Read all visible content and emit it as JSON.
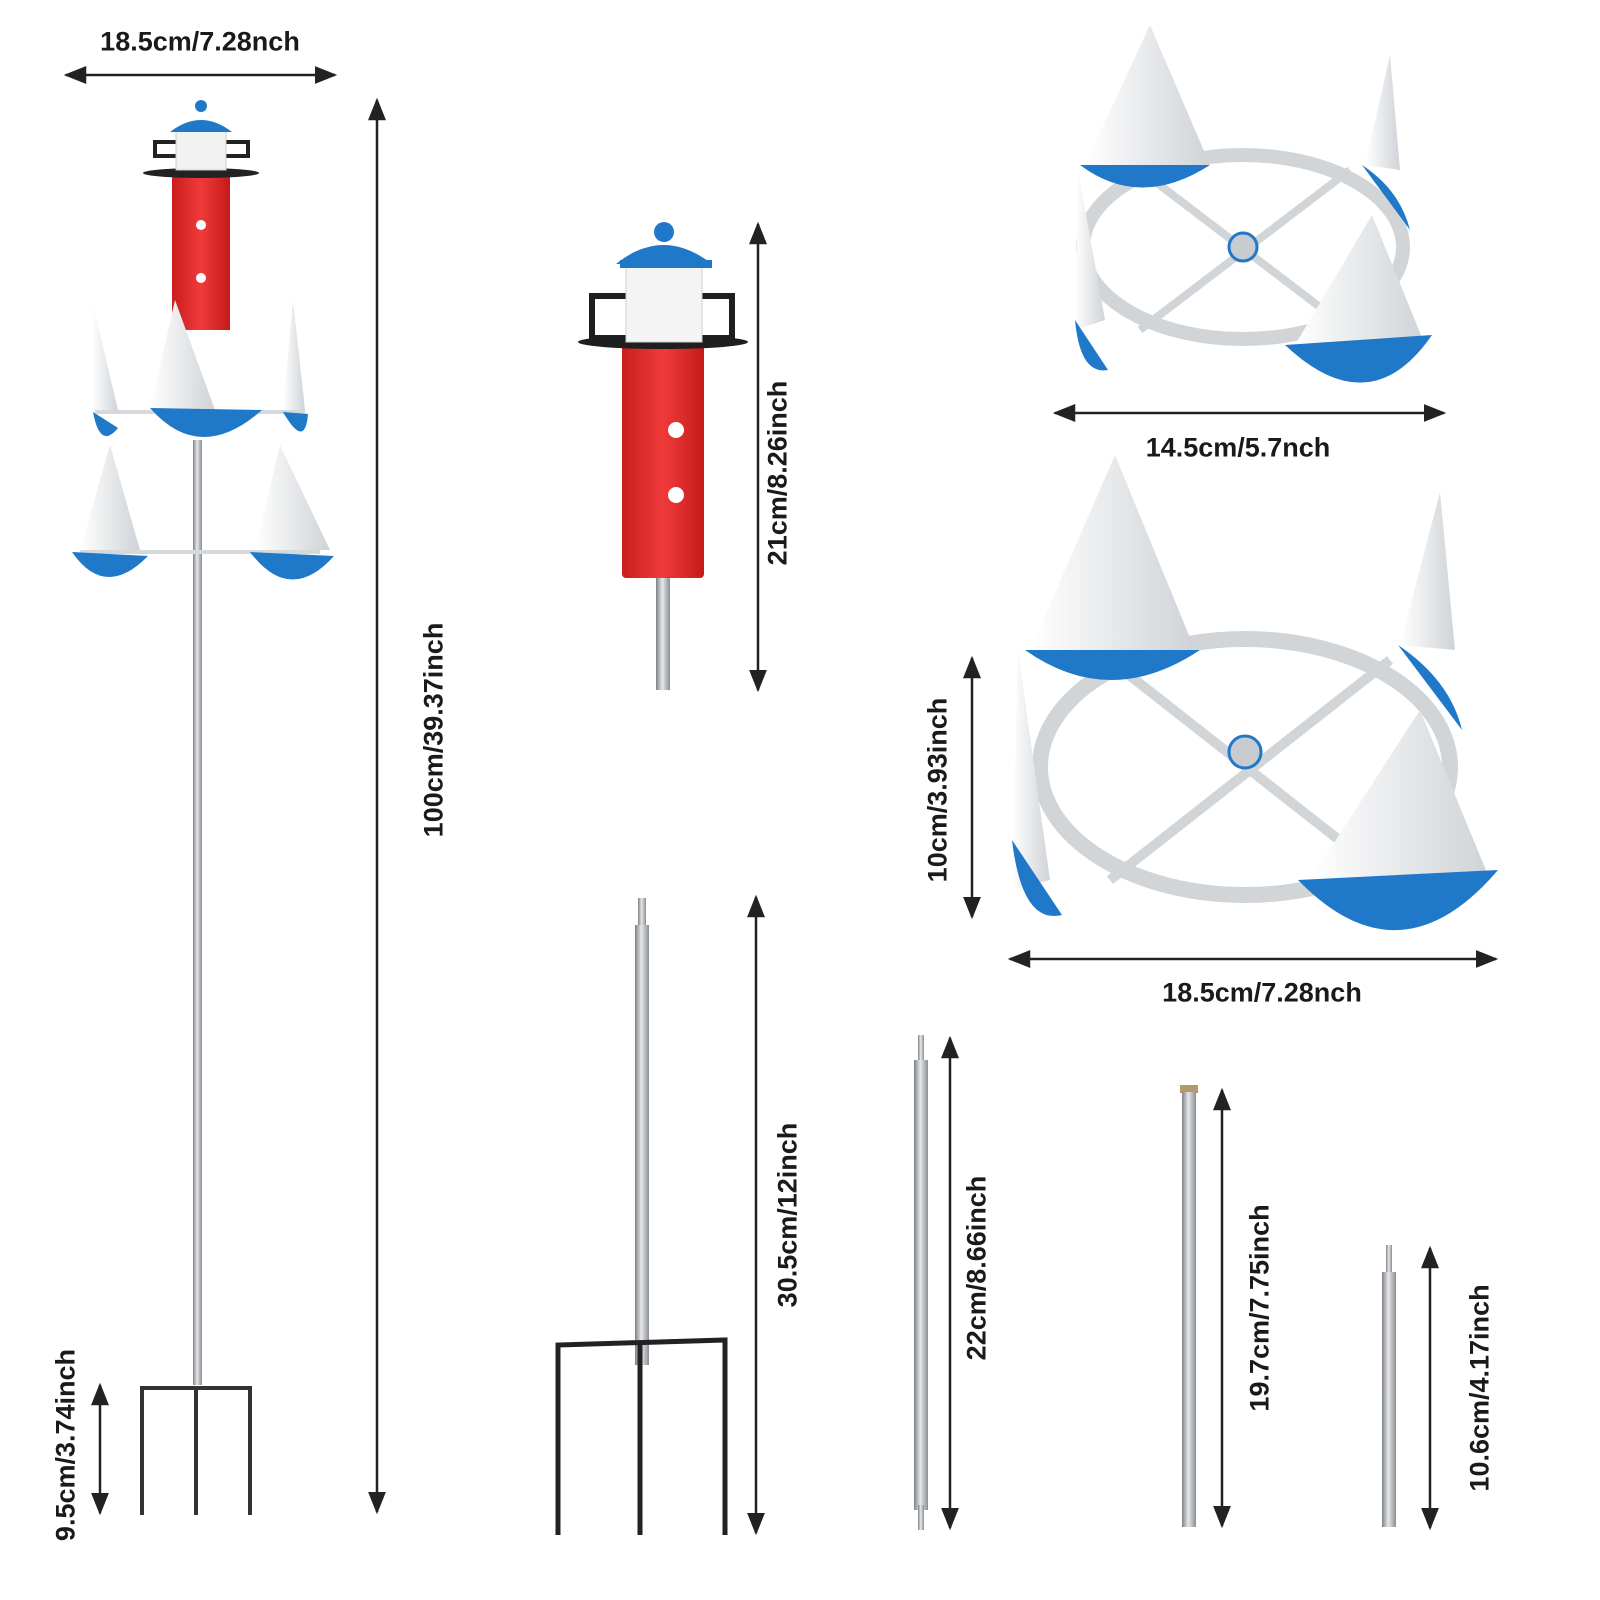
{
  "colors": {
    "red": "#e32626",
    "blue": "#1f78c8",
    "sail": "#eef0f2",
    "steel": "#a9adb1",
    "black": "#1e1e1e",
    "arrow": "#222222"
  },
  "labels": {
    "overall_width": "18.5cm/7.28nch",
    "overall_height": "100cm/39.37inch",
    "fork_height": "9.5cm/3.74inch",
    "lighthouse_height": "21cm/8.26inch",
    "small_wheel_width": "14.5cm/5.7nch",
    "large_wheel_width": "18.5cm/7.28nch",
    "large_wheel_height": "10cm/3.93inch",
    "stake_height": "30.5cm/12inch",
    "rod_a_length": "22cm/8.66inch",
    "rod_b_length": "19.7cm/7.75inch",
    "rod_c_length": "10.6cm/4.17inch"
  }
}
